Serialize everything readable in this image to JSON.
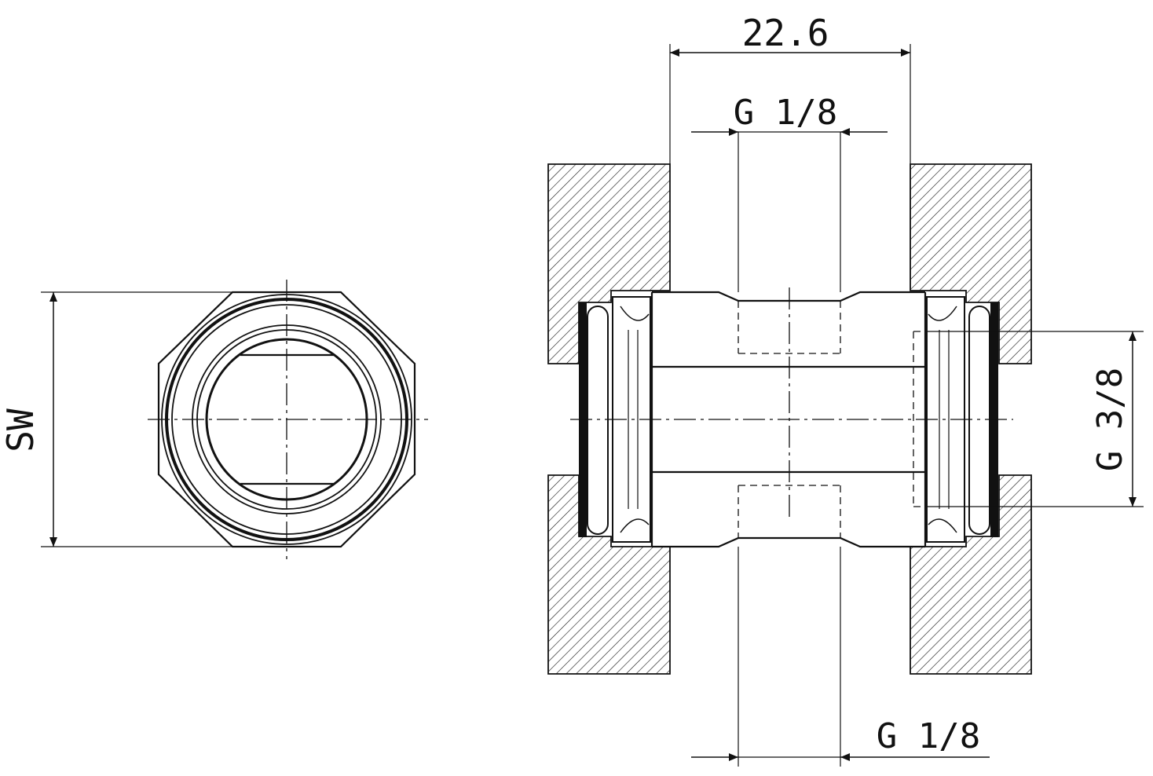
{
  "drawing": {
    "line_color": "#111111",
    "background": "#ffffff",
    "views": [
      "end-view",
      "section-view"
    ]
  },
  "dimensions": {
    "width_across_flats": "SW",
    "overall_width": "22.6",
    "top_port": "G 1/8",
    "bottom_port": "G 1/8",
    "side_thread": "G 3/8"
  }
}
